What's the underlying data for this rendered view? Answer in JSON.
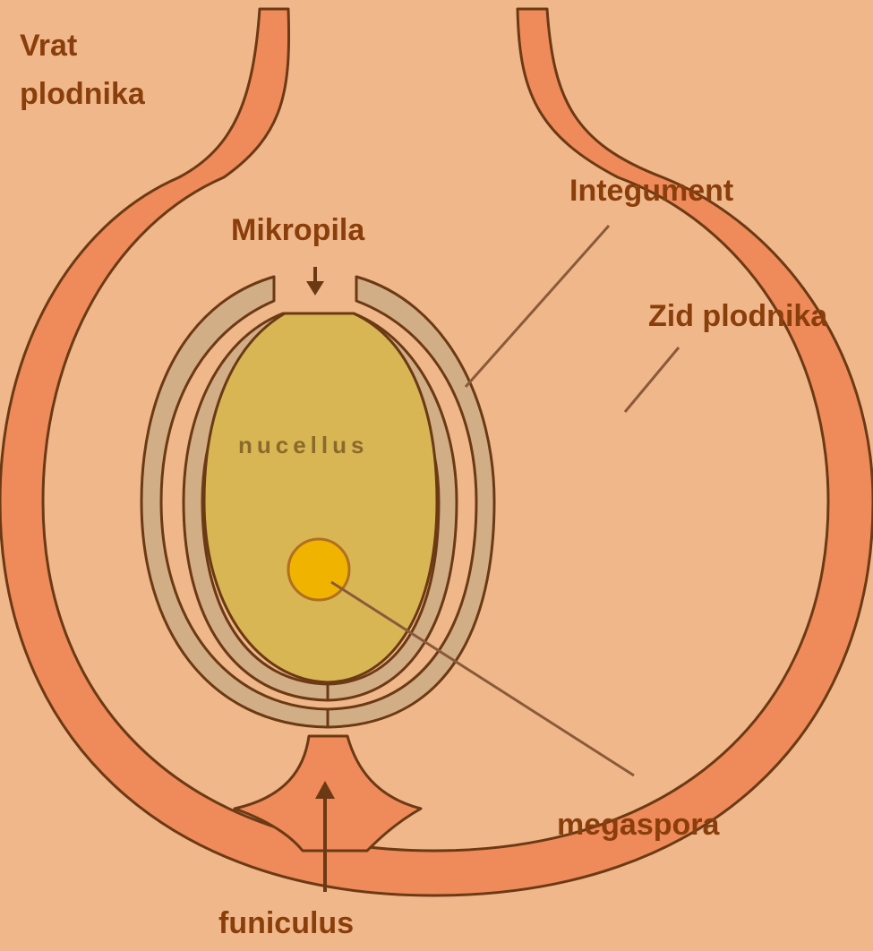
{
  "labels": {
    "vrat_line1": "Vrat",
    "vrat_line2": "plodnika",
    "integument": "Integument",
    "mikropila": "Mikropila",
    "zid_plodnika": "Zid plodnika",
    "nucellus": "nucellus",
    "megaspora": "megaspora",
    "funiculus": "funiculus"
  },
  "colors": {
    "background": "#f0b88a",
    "ovary_wall": "#ef8a5a",
    "outline": "#6b3a14",
    "integument": "#d2ae86",
    "nucellus": "#d8b654",
    "megaspore": "#f0b400",
    "label_text": "#8a3e0c"
  }
}
